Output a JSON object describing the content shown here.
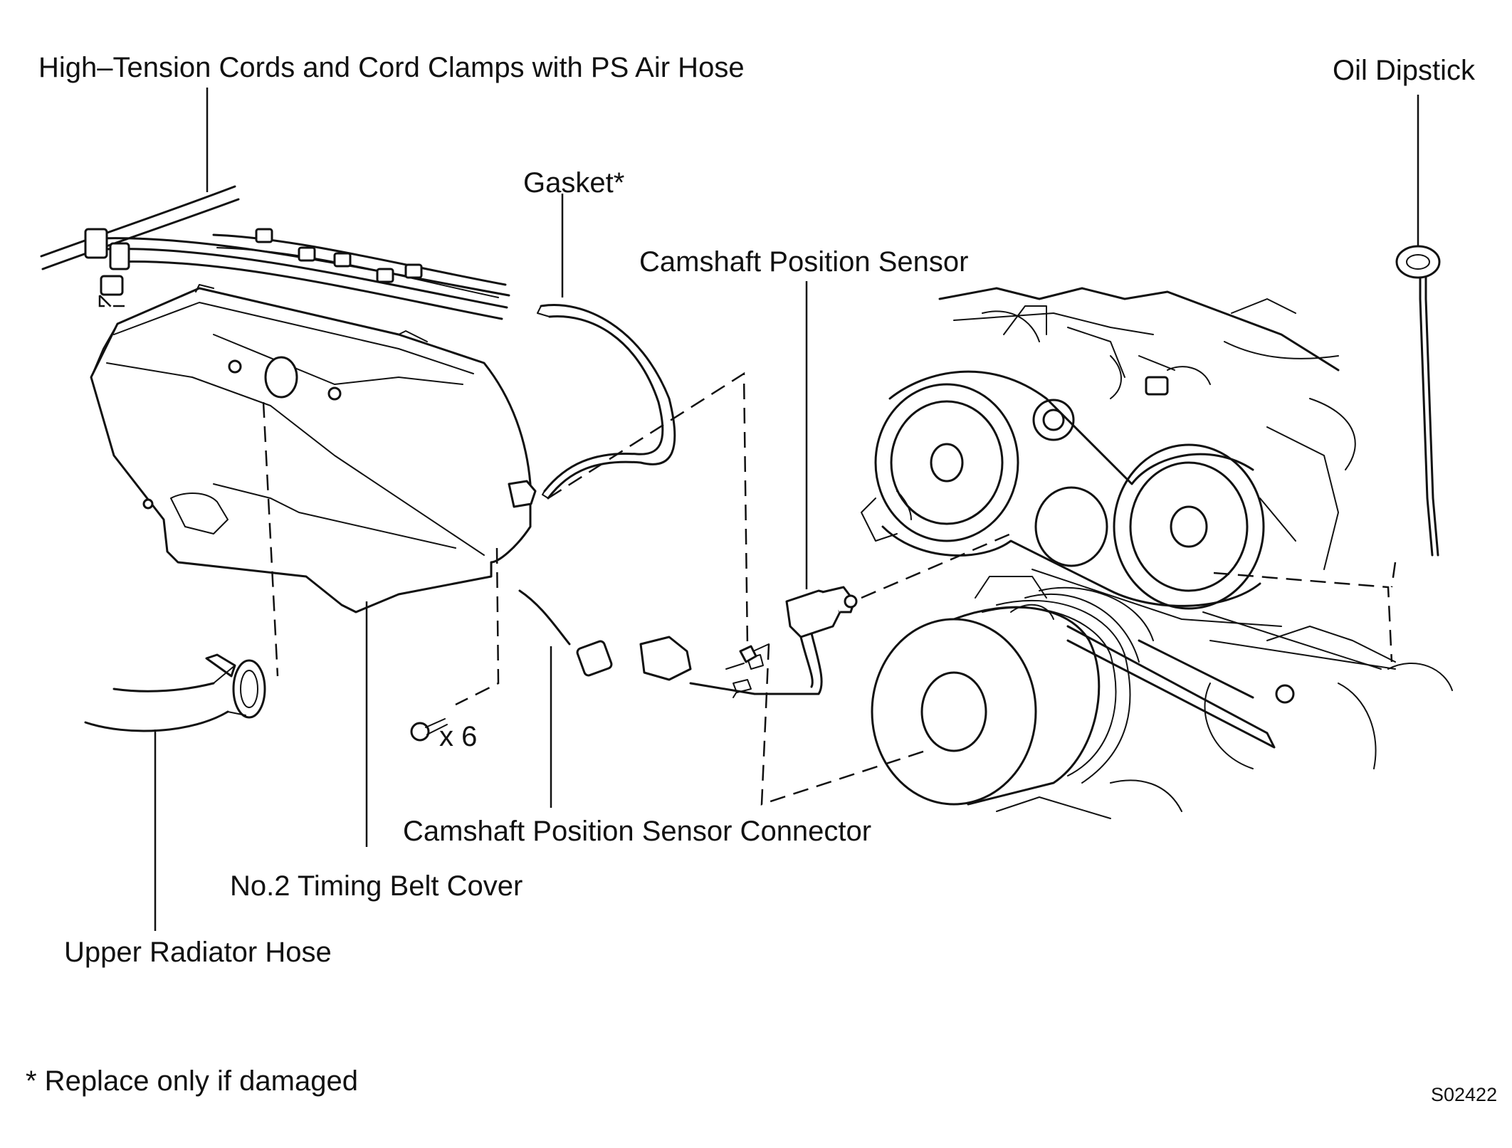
{
  "labels": {
    "high_tension_cords": "High–Tension Cords and Cord Clamps with PS Air Hose",
    "oil_dipstick": "Oil Dipstick",
    "gasket": "Gasket*",
    "camshaft_position_sensor": "Camshaft Position Sensor",
    "bolt_count": "x 6",
    "camshaft_position_sensor_connector": "Camshaft Position Sensor Connector",
    "no2_timing_belt_cover": "No.2 Timing Belt Cover",
    "upper_radiator_hose": "Upper Radiator Hose"
  },
  "footnote": "* Replace only if damaged",
  "figure_code": "S02422"
}
